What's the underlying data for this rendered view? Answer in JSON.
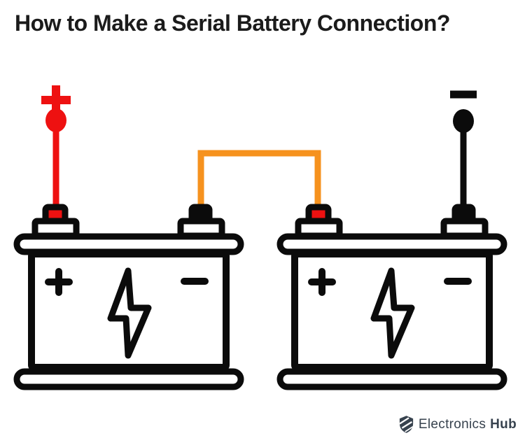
{
  "title": "How to Make a Serial Battery Connection?",
  "colors": {
    "red": "#ee1111",
    "orange": "#f6921e",
    "line": "#0b0b0b",
    "brand": "#37424e"
  },
  "symbols": {
    "plus": "+",
    "minus": "−"
  },
  "logo": {
    "brand_regular": "Electronics",
    "brand_bold": "Hub"
  }
}
